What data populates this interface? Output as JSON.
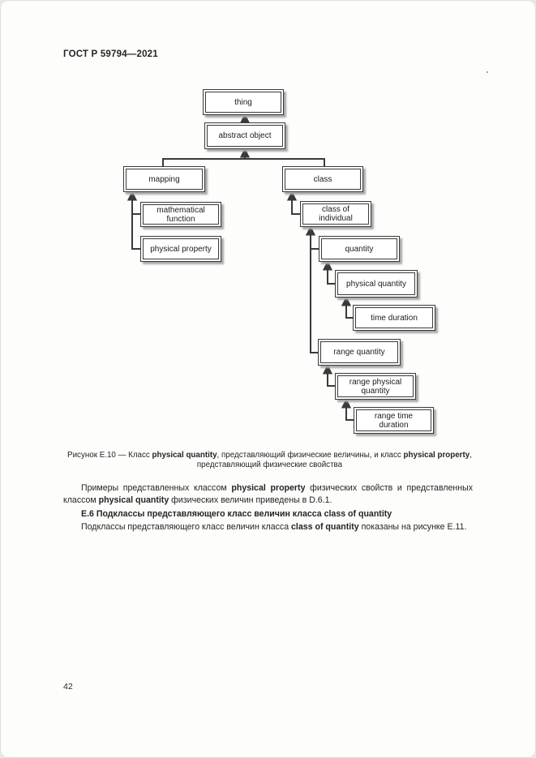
{
  "colors": {
    "ink": "#242424",
    "line": "#3a3a3a",
    "box_shadow": "#a8a8a8",
    "page_bg": "#fdfdfc"
  },
  "page": {
    "header": "ГОСТ Р 59794—2021",
    "page_number": "42"
  },
  "diagram": {
    "nodes": [
      {
        "id": "thing",
        "label": "thing"
      },
      {
        "id": "abstract-object",
        "label": "abstract object"
      },
      {
        "id": "mapping",
        "label": "mapping"
      },
      {
        "id": "class",
        "label": "class"
      },
      {
        "id": "mathematical-function",
        "label": "mathematical function"
      },
      {
        "id": "physical-property",
        "label": "physical property"
      },
      {
        "id": "class-of-individual",
        "label": "class of individual"
      },
      {
        "id": "quantity",
        "label": "quantity"
      },
      {
        "id": "physical-quantity",
        "label": "physical quantity"
      },
      {
        "id": "time-duration",
        "label": "time duration"
      },
      {
        "id": "range-quantity",
        "label": "range quantity"
      },
      {
        "id": "range-physical-quantity",
        "label": "range physical quantity"
      },
      {
        "id": "range-time-duration",
        "label": "range time duration"
      }
    ]
  },
  "figure_caption": {
    "segments": [
      {
        "t": "Рисунок Е.10 — Класс "
      },
      {
        "t": "physical quantity",
        "b": true
      },
      {
        "t": ", представляющий физические величины, и класс "
      },
      {
        "t": "physical property",
        "b": true
      },
      {
        "t": ","
      },
      {
        "br": true
      },
      {
        "t": "представляющий физические свойства"
      }
    ]
  },
  "paragraphs": {
    "examples": {
      "segments": [
        {
          "t": "Примеры представленных классом "
        },
        {
          "t": "physical property",
          "b": true
        },
        {
          "t": " физических свойств и представленных классом "
        },
        {
          "t": "physical quantity",
          "b": true
        },
        {
          "t": " физических величин приведены в D.6.1."
        }
      ]
    },
    "heading_e6": "Е.6 Подклассы представляющего класс величин класса class of quantity",
    "subclasses": {
      "segments": [
        {
          "t": "Подклассы представляющего класс величин класса "
        },
        {
          "t": "class of quantity",
          "b": true
        },
        {
          "t": " показаны на рисунке Е.11."
        }
      ]
    }
  }
}
